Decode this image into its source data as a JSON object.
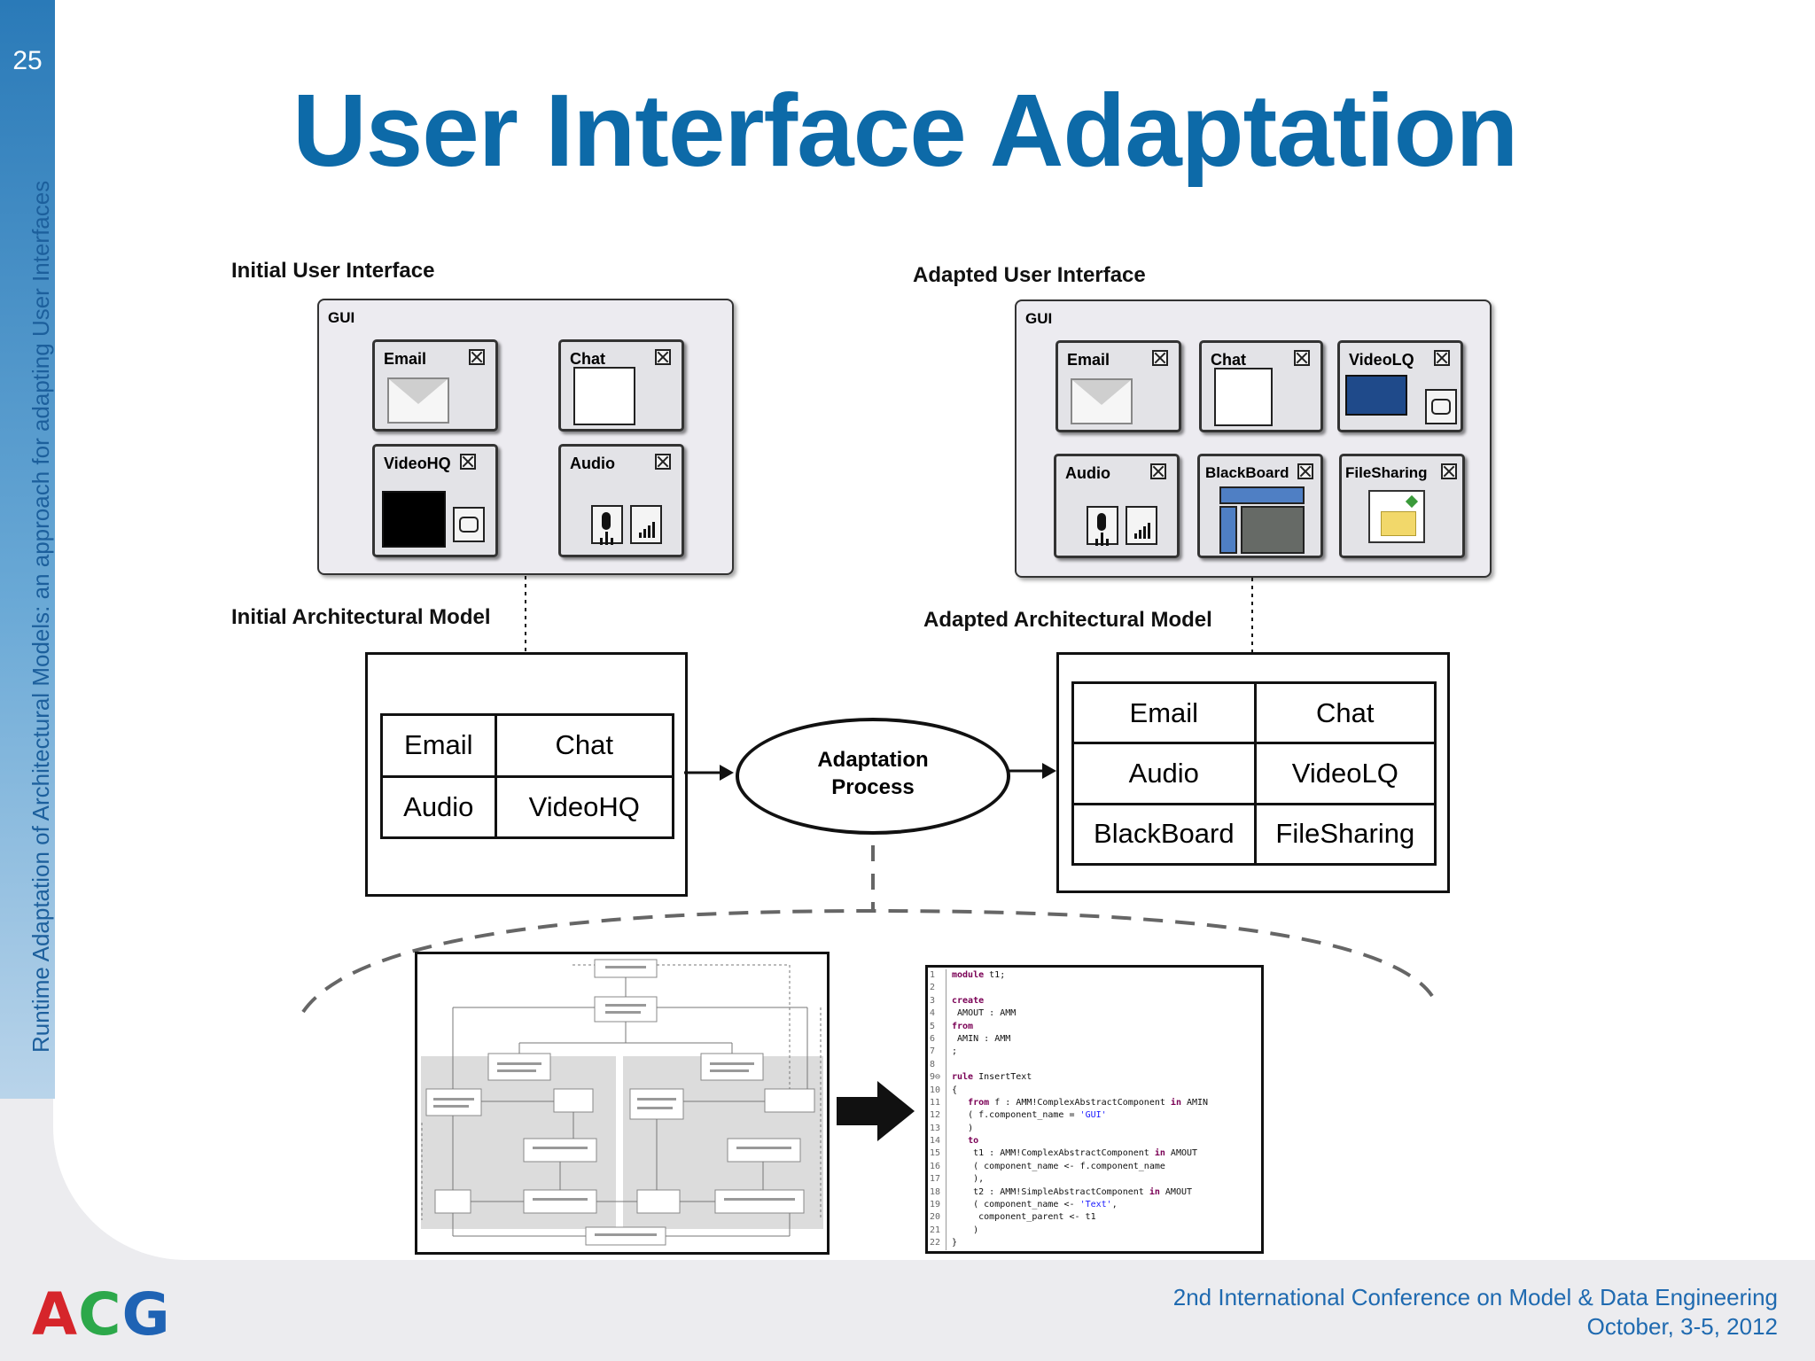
{
  "slide": {
    "page_number": "25",
    "sidebar_text": "Runtime Adaptation of Architectural Models: an approach for adapting User Interfaces",
    "title": "User Interface Adaptation"
  },
  "labels": {
    "initial_ui": "Initial User Interface",
    "adapted_ui": "Adapted User Interface",
    "initial_model": "Initial Architectural Model",
    "adapted_model": "Adapted Architectural Model"
  },
  "initial_gui": {
    "label": "GUI",
    "widgets": [
      "Email",
      "Chat",
      "VideoHQ",
      "Audio"
    ]
  },
  "adapted_gui": {
    "label": "GUI",
    "widgets": [
      "Email",
      "Chat",
      "VideoLQ",
      "Audio",
      "BlackBoard",
      "FileSharing"
    ]
  },
  "initial_model": {
    "cells": [
      "Email",
      "Chat",
      "Audio",
      "VideoHQ"
    ]
  },
  "adapted_model": {
    "cells": [
      "Email",
      "Chat",
      "Audio",
      "VideoLQ",
      "BlackBoard",
      "FileSharing"
    ]
  },
  "process": {
    "line1": "Adaptation",
    "line2": "Process"
  },
  "code": {
    "lines": [
      [
        "1",
        "module t1;"
      ],
      [
        "2",
        ""
      ],
      [
        "3",
        "create"
      ],
      [
        "4",
        " AMOUT : AMM"
      ],
      [
        "5",
        "from"
      ],
      [
        "6",
        " AMIN : AMM"
      ],
      [
        "7",
        ";"
      ],
      [
        "8",
        ""
      ],
      [
        "9⊖",
        "rule InsertText"
      ],
      [
        "10",
        "{"
      ],
      [
        "11",
        "   from f : AMM!ComplexAbstractComponent in AMIN"
      ],
      [
        "12",
        "   ( f.component_name = 'GUI'"
      ],
      [
        "13",
        "   )"
      ],
      [
        "14",
        "   to"
      ],
      [
        "15",
        "    t1 : AMM!ComplexAbstractComponent in AMOUT"
      ],
      [
        "16",
        "    ( component_name <- f.component_name"
      ],
      [
        "17",
        "    ),"
      ],
      [
        "18",
        "    t2 : AMM!SimpleAbstractComponent in AMOUT"
      ],
      [
        "19",
        "    ( component_name <- 'Text',"
      ],
      [
        "20",
        "     component_parent <- t1"
      ],
      [
        "21",
        "    )"
      ],
      [
        "22",
        "}"
      ]
    ]
  },
  "logo": {
    "letters": [
      "A",
      "C",
      "G"
    ],
    "colors": [
      "#d6252b",
      "#2ca84a",
      "#1f63b4"
    ]
  },
  "footer": {
    "line1": "2nd International Conference on Model & Data Engineering",
    "line2": "October, 3-5, 2012"
  },
  "colors": {
    "title": "#0d6aa8",
    "videolq": "#1f4a8a",
    "blackboard_blue": "#4f7fc4",
    "blackboard_gray": "#666a66"
  }
}
